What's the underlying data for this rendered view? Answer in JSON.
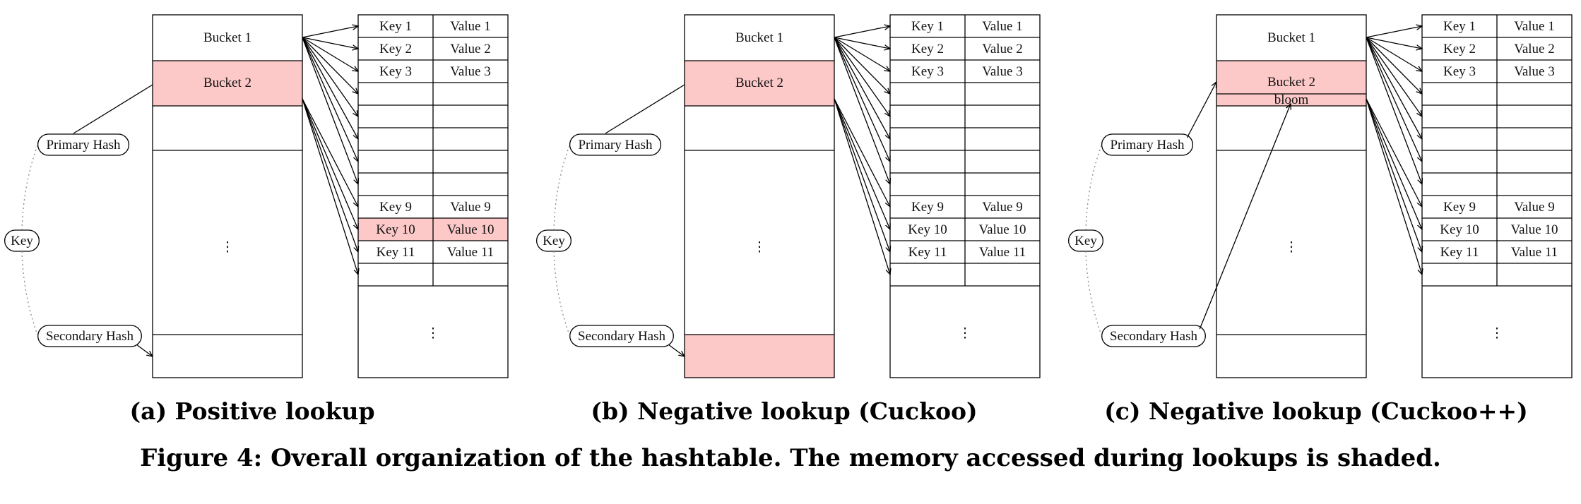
{
  "key_label": "Key",
  "primary_label": "Primary Hash",
  "secondary_label": "Secondary Hash",
  "bucket1_label": "Bucket 1",
  "bucket2_label": "Bucket 2",
  "bloom_label": "bloom",
  "ellipsis": "⋮",
  "shade_color": "#fcc8c8",
  "rows": [
    {
      "key": "Key 1",
      "value": "Value 1"
    },
    {
      "key": "Key 2",
      "value": "Value 2"
    },
    {
      "key": "Key 3",
      "value": "Value 3"
    },
    {
      "key": "",
      "value": ""
    },
    {
      "key": "",
      "value": ""
    },
    {
      "key": "",
      "value": ""
    },
    {
      "key": "",
      "value": ""
    },
    {
      "key": "",
      "value": ""
    },
    {
      "key": "Key 9",
      "value": "Value 9"
    },
    {
      "key": "Key 10",
      "value": "Value 10"
    },
    {
      "key": "Key 11",
      "value": "Value 11"
    },
    {
      "key": "",
      "value": ""
    }
  ],
  "panels": [
    {
      "caption": "(a) Positive lookup",
      "shade_bucket2": true,
      "shade_secondary_bucket": false,
      "shade_row_index": 9,
      "bloom": false
    },
    {
      "caption": "(b) Negative lookup (Cuckoo)",
      "shade_bucket2": true,
      "shade_secondary_bucket": true,
      "shade_row_index": -1,
      "bloom": false
    },
    {
      "caption": "(c) Negative lookup (Cuckoo++)",
      "shade_bucket2": true,
      "shade_secondary_bucket": false,
      "shade_row_index": -1,
      "bloom": true
    }
  ],
  "figure_caption": "Figure 4: Overall organization of the hashtable. The memory accessed during lookups is shaded."
}
